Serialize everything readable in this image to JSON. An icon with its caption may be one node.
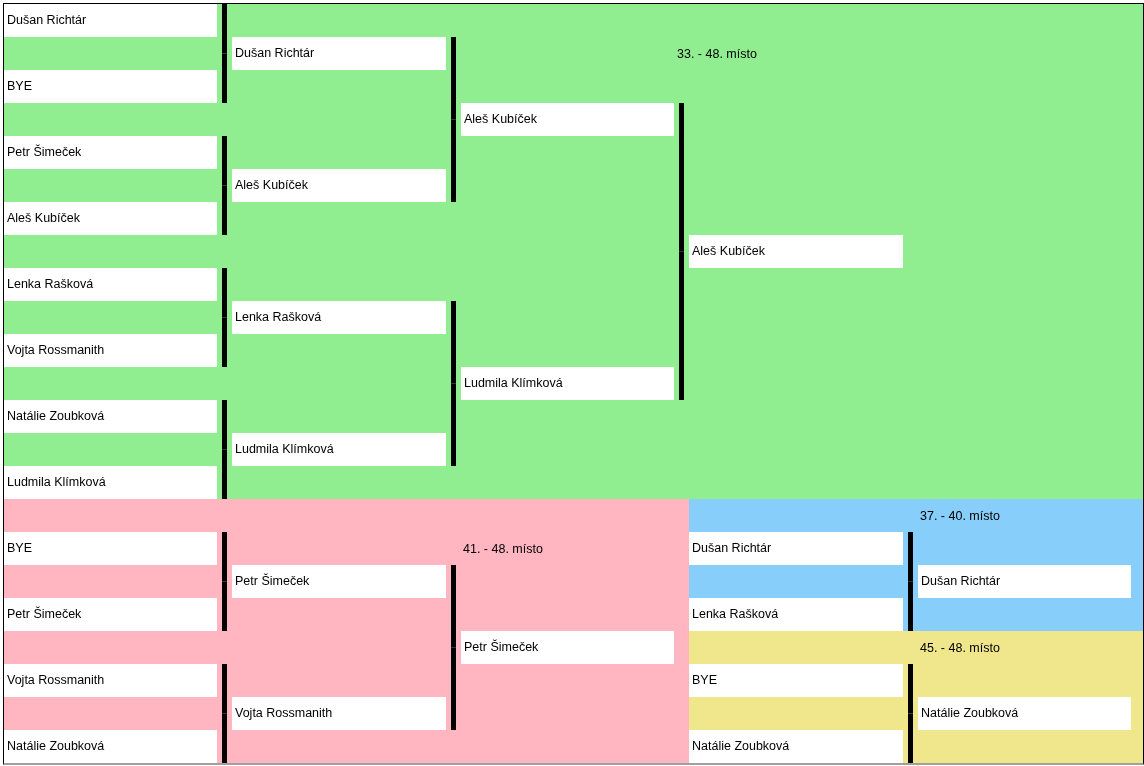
{
  "diagram": {
    "nodes": [
      {
        "text": [
          "33. - 48. místo"
        ]
      },
      {
        "text": [
          "Dušan Richtár"
        ],
        "in": 0
      },
      {
        "text": [
          "BYE"
        ],
        "in": 0
      },
      {
        "text": [
          "Petr Šimeček"
        ],
        "in": 0
      },
      {
        "text": [
          "Aleš Kubíček"
        ],
        "in": 0
      },
      {
        "text": [
          "Lenka Rašková"
        ],
        "in": 0
      },
      {
        "text": [
          "Vojta Rossmanith"
        ],
        "in": 0
      },
      {
        "text": [
          "Natálie Zoubková"
        ],
        "in": 0
      },
      {
        "text": [
          "Ludmila Klímková"
        ],
        "in": 0
      },
      {
        "text": [
          "Dušan Richtár"
        ],
        "in": 0
      },
      {
        "text": [
          "Aleš Kubíček"
        ],
        "in": 0
      },
      {
        "text": [
          "Lenka Rašková"
        ],
        "in": 0
      },
      {
        "text": [
          "Ludmila Klímková"
        ],
        "in": 0
      },
      {
        "text": [
          "Aleš Kubíček"
        ],
        "in": 0
      },
      {
        "text": [
          "Ludmila Klímková"
        ],
        "in": 0
      },
      {
        "text": [
          "Aleš Kubíček"
        ],
        "in": 0
      },
      {
        "text": [
          "41. - 48. místo"
        ]
      },
      {
        "text": [
          "BYE"
        ],
        "in": 16
      },
      {
        "text": [
          "Petr Šimeček"
        ],
        "in": 16
      },
      {
        "text": [
          "Vojta Rossmanith"
        ],
        "in": 16
      },
      {
        "text": [
          "Natálie Zoubková"
        ],
        "in": 16
      },
      {
        "text": [
          "Petr Šimeček"
        ],
        "in": 16
      },
      {
        "text": [
          "Vojta Rossmanith"
        ],
        "in": 16
      },
      {
        "text": [
          "Petr Šimeček"
        ],
        "in": 16
      },
      {
        "text": [
          "37. - 40. místo"
        ]
      },
      {
        "text": [
          "Dušan Richtár"
        ],
        "in": 24
      },
      {
        "text": [
          "Lenka Rašková"
        ],
        "in": 24
      },
      {
        "text": [
          "Dušan Richtár"
        ],
        "in": 24
      },
      {
        "text": [
          "45. - 48. místo"
        ]
      },
      {
        "text": [
          "BYE"
        ],
        "in": 28
      },
      {
        "text": [
          "Natálie Zoubková"
        ],
        "in": 28
      },
      {
        "text": [
          "Natálie Zoubková"
        ],
        "in": 28
      }
    ],
    "edges": [
      {
        "from": 1,
        "to": 9,
        "arrow": "none"
      },
      {
        "from": 2,
        "to": 9,
        "arrow": "none"
      },
      {
        "from": 3,
        "to": 10,
        "arrow": "none"
      },
      {
        "from": 4,
        "to": 10,
        "arrow": "none"
      },
      {
        "from": 5,
        "to": 11,
        "arrow": "none"
      },
      {
        "from": 6,
        "to": 11,
        "arrow": "none"
      },
      {
        "from": 7,
        "to": 12,
        "arrow": "none"
      },
      {
        "from": 8,
        "to": 12,
        "arrow": "none"
      },
      {
        "from": 9,
        "to": 13,
        "arrow": "none"
      },
      {
        "from": 10,
        "to": 13,
        "arrow": "none"
      },
      {
        "from": 11,
        "to": 14,
        "arrow": "none"
      },
      {
        "from": 12,
        "to": 14,
        "arrow": "none"
      },
      {
        "from": 13,
        "to": 15,
        "arrow": "none"
      },
      {
        "from": 14,
        "to": 15,
        "arrow": "none"
      },
      {
        "from": 17,
        "to": 21,
        "arrow": "none"
      },
      {
        "from": 18,
        "to": 21,
        "arrow": "none"
      },
      {
        "from": 19,
        "to": 22,
        "arrow": "none"
      },
      {
        "from": 20,
        "to": 22,
        "arrow": "none"
      },
      {
        "from": 21,
        "to": 23,
        "arrow": "none"
      },
      {
        "from": 22,
        "to": 23,
        "arrow": "none"
      },
      {
        "from": 25,
        "to": 27,
        "arrow": "none"
      },
      {
        "from": 26,
        "to": 27,
        "arrow": "none"
      },
      {
        "from": 29,
        "to": 31,
        "arrow": "none"
      },
      {
        "from": 30,
        "to": 31,
        "arrow": "none"
      }
    ]
  }
}
